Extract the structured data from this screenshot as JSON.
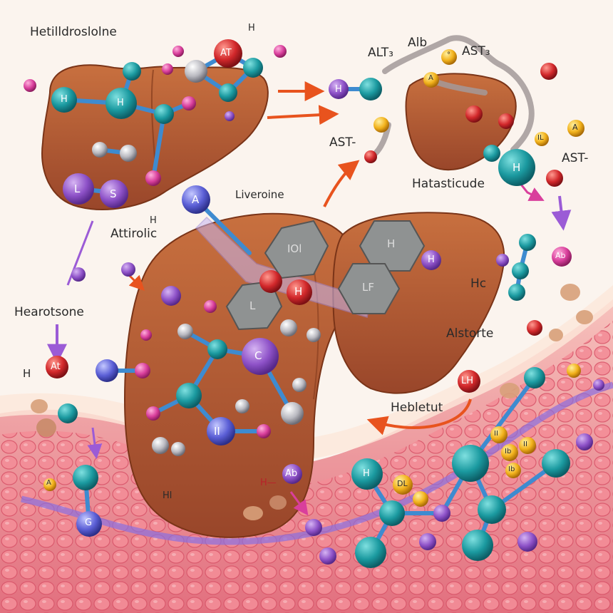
{
  "palette": {
    "liver": "#b65c36",
    "liver_dark": "#8c3f22",
    "tissue": "#ef8b93",
    "teal": "#1b9aa0",
    "purple": "#8e52c8",
    "magenta": "#d93f9c",
    "red": "#d2282b",
    "yellow": "#f2b21c",
    "grey": "#b9b9c0",
    "arrow": "#e8531e"
  },
  "labels": {
    "hetilldroslolne": "Hetilldroslolne",
    "alt3": "ALT₃",
    "alb": "Alb",
    "ast3": "AST₃",
    "ast_left": "AST-",
    "ast_right": "AST-",
    "hatasticude": "Hatasticude",
    "liveroine": "Liveroine",
    "attirolic": "Attirolic",
    "h_near_attirolic": "H",
    "hearotsone": "Hearotsone",
    "h_left": "H",
    "hc": "Hc",
    "alstorte": "Alstorte",
    "hebletut": "Hebletut",
    "h_bottom": "H—",
    "hl_bottom": "Hl"
  },
  "atoms": {
    "at_top": "AT",
    "h_top_small": "H",
    "h_top_left_chain": "H",
    "h_cluster_top": "H",
    "l_purple": "L",
    "s_purple": "S",
    "a_blue": "A",
    "c_purple": "C",
    "h_red_center": "H",
    "ii_blue": "II",
    "at_left": "At",
    "g_bottom_left": "G",
    "ab_bottom": "Ab",
    "a_small_left": "A",
    "h_teal_right": "H",
    "ab_right": "Ab",
    "lh_red": "LH",
    "dl_yellow": "DL",
    "h_bottom_chain": "H",
    "hex_ol": "IOl",
    "hex_l": "L",
    "hex_h": "H",
    "hex_lf": "LF",
    "h_purple_hex": "H",
    "a_yellow_right": "A",
    "yellow_1": "A",
    "yellow_2": "°",
    "yellow_dd": "IL",
    "y_cl_1": "II",
    "y_cl_2": "Ib",
    "y_cl_3": "II",
    "y_cl_4": "Ib",
    "h_mid_right": "H"
  }
}
